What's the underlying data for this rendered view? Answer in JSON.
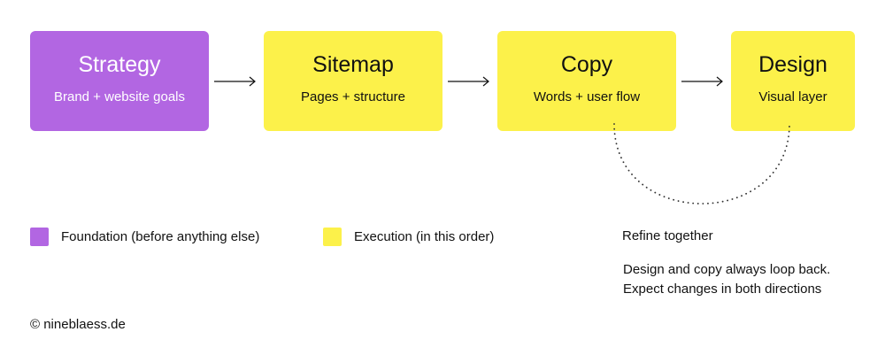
{
  "colors": {
    "foundation": "#b266e2",
    "execution": "#fcf14a",
    "text": "#111111",
    "text_on_foundation": "#ffffff"
  },
  "steps": [
    {
      "title": "Strategy",
      "subtitle": "Brand + website goals",
      "kind": "foundation"
    },
    {
      "title": "Sitemap",
      "subtitle": "Pages + structure",
      "kind": "execution"
    },
    {
      "title": "Copy",
      "subtitle": "Words + user flow",
      "kind": "execution"
    },
    {
      "title": "Design",
      "subtitle": "Visual layer",
      "kind": "execution"
    }
  ],
  "legend": [
    {
      "label": "Foundation (before anything else)",
      "kind": "foundation"
    },
    {
      "label": "Execution (in this order)",
      "kind": "execution"
    }
  ],
  "loop_note": {
    "title": "Refine together",
    "lines": [
      "Design and copy always loop back.",
      "Expect changes in both directions"
    ]
  },
  "credit": "© nineblaess.de"
}
